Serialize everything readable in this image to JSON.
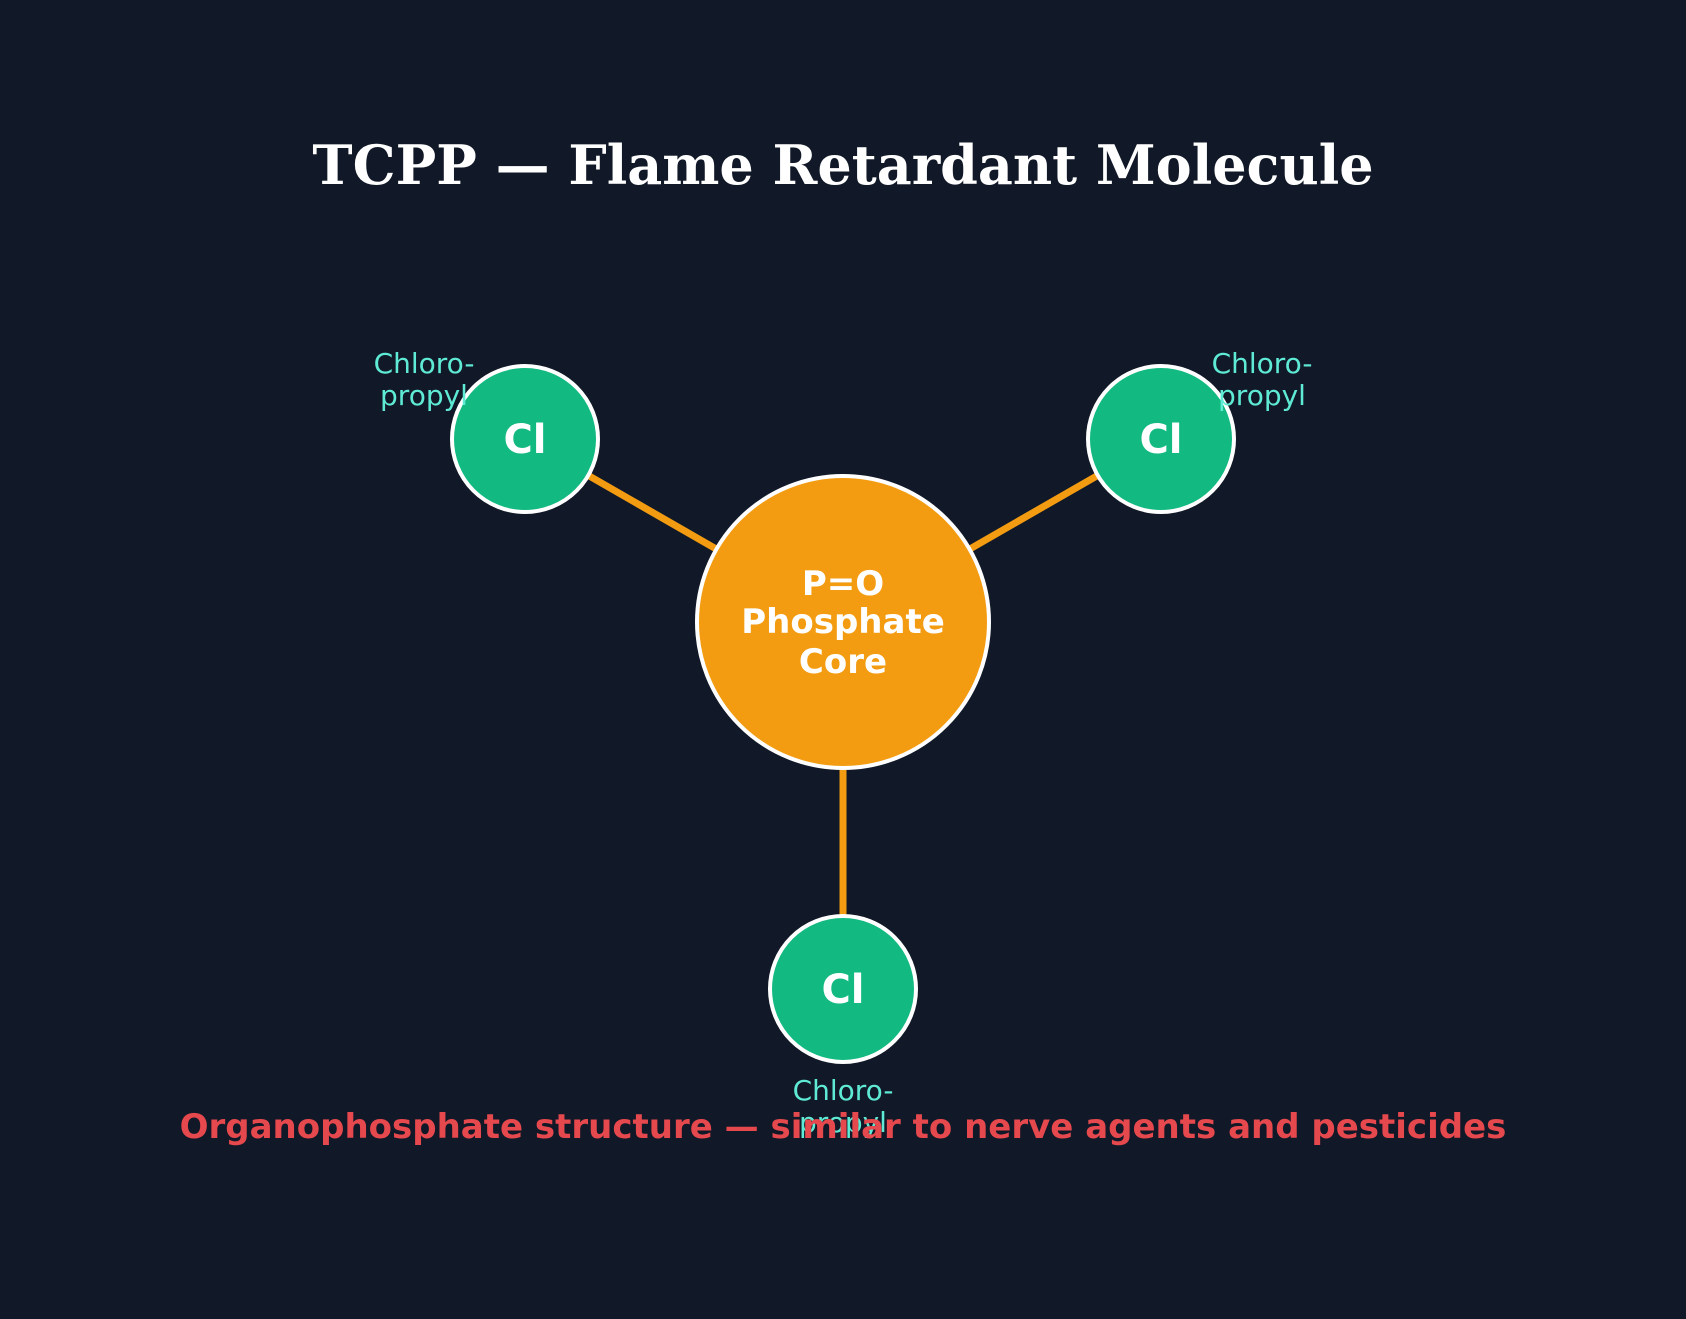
{
  "title": "TCPP — Flame Retardant Molecule",
  "core": {
    "line1": "P=O",
    "line2": "Phosphate",
    "line3": "Core"
  },
  "atoms": [
    {
      "symbol": "Cl",
      "group_line1": "Chloro-",
      "group_line2": "propyl"
    },
    {
      "symbol": "Cl",
      "group_line1": "Chloro-",
      "group_line2": "propyl"
    },
    {
      "symbol": "Cl",
      "group_line1": "Chloro-",
      "group_line2": "propyl"
    }
  ],
  "caption": "Organophosphate structure — similar to nerve agents and pesticides",
  "colors": {
    "background": "#111827",
    "title": "#ffffff",
    "core_fill": "#f39c12",
    "bond": "#f39c12",
    "atom_fill": "#12b981",
    "outline": "#ffffff",
    "group_label": "#5eead4",
    "caption": "#e5484d"
  }
}
